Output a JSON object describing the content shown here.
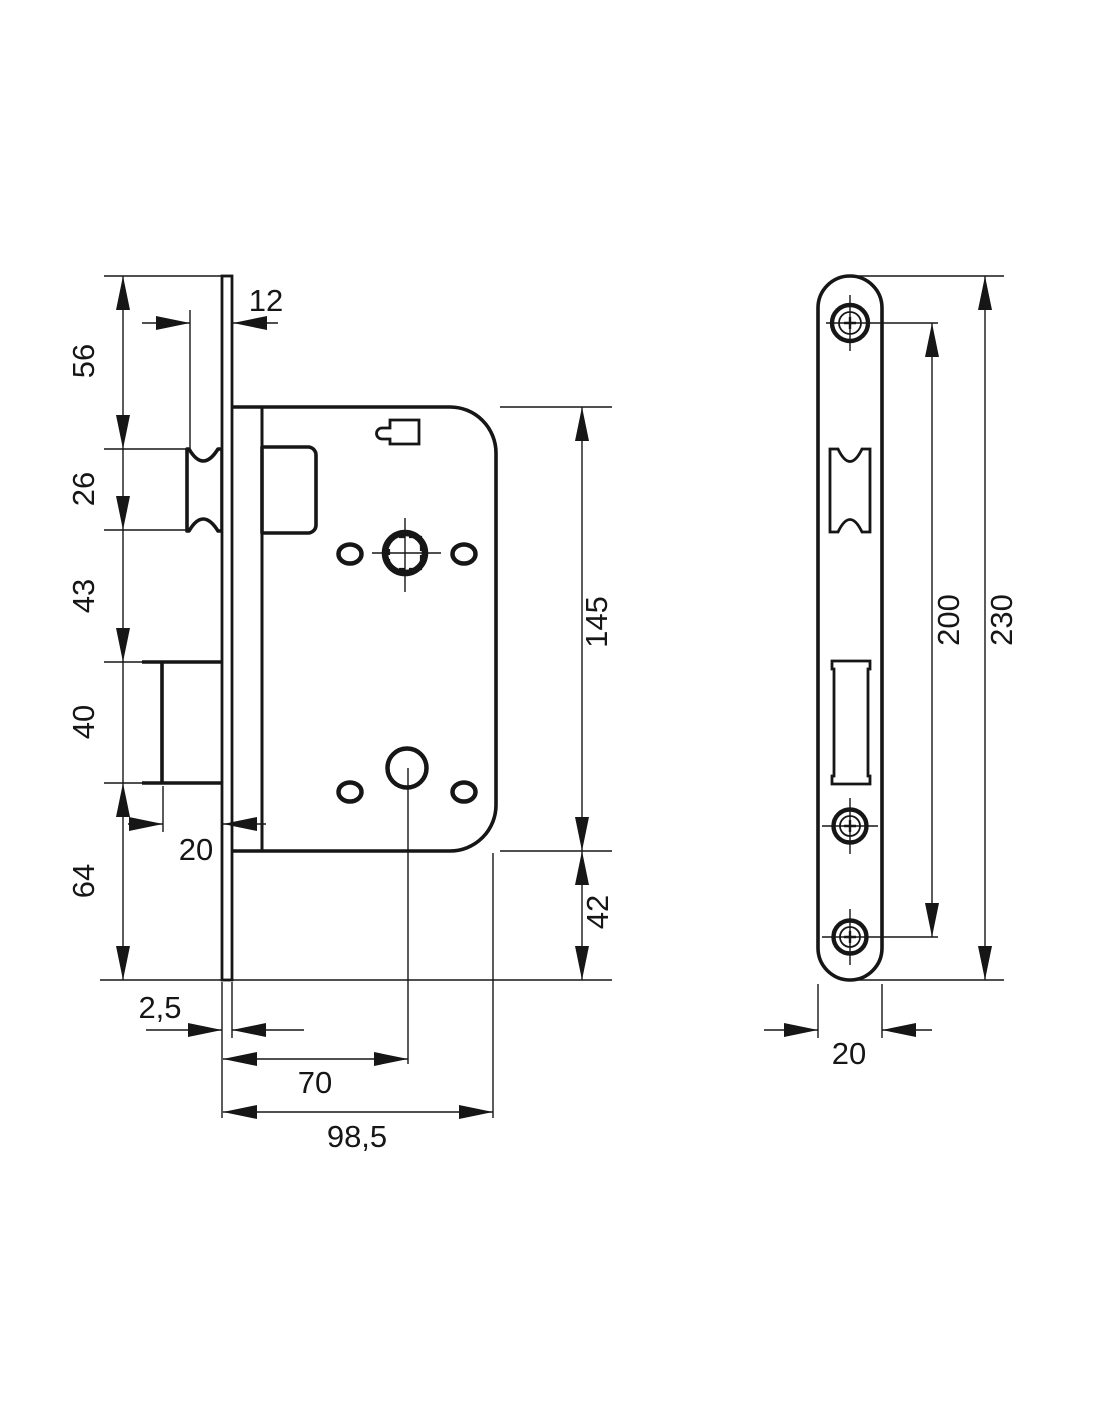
{
  "drawing": {
    "ink_color": "#161616",
    "background_color": "#ffffff",
    "kind": "mortise-lock dimensional technical drawing",
    "views": [
      "lock case side view",
      "faceplate front view"
    ]
  },
  "dims": {
    "latch_projection": "12",
    "top_to_latch": "56",
    "latch_height": "26",
    "latch_to_deadbolt": "43",
    "deadbolt_height": "40",
    "deadbolt_projection": "20",
    "deadbolt_to_bottom": "64",
    "plate_thickness": "2,5",
    "backset": "70",
    "case_depth": "98,5",
    "case_height": "145",
    "case_to_plate_bottom": "42",
    "screw_spacing": "200",
    "faceplate_height": "230",
    "faceplate_width": "20"
  }
}
